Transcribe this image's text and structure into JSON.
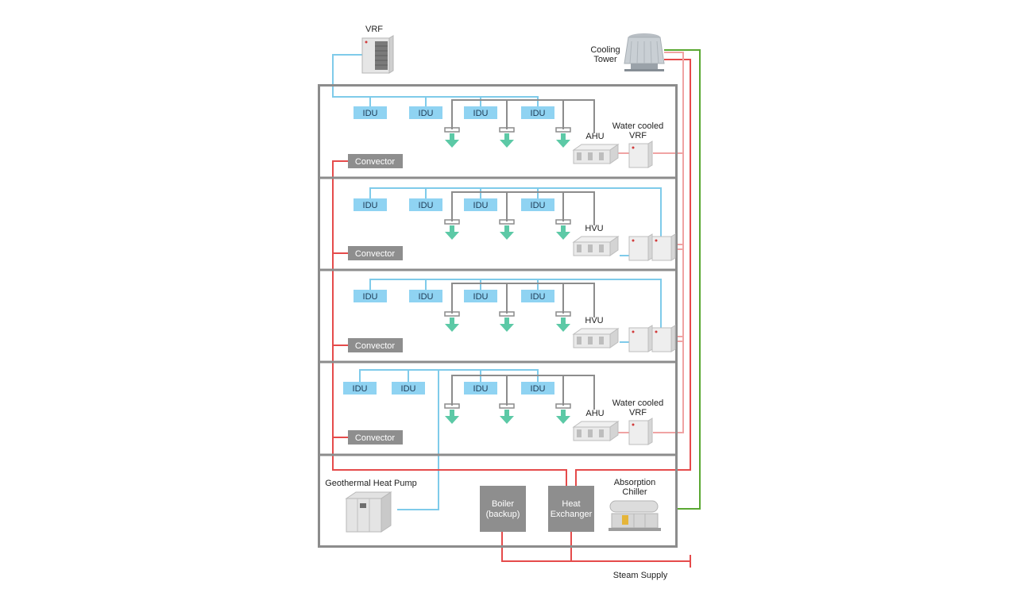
{
  "labels": {
    "vrf_top": "VRF",
    "cooling_tower_1": "Cooling",
    "cooling_tower_2": "Tower",
    "idu": "IDU",
    "convector": "Convector",
    "ahu": "AHU",
    "hvu": "HVU",
    "water_cooled_1": "Water cooled",
    "water_cooled_2": "VRF",
    "geothermal": "Geothermal Heat Pump",
    "boiler_1": "Boiler",
    "boiler_2": "(backup)",
    "hx_1": "Heat",
    "hx_2": "Exchanger",
    "absorption_1": "Absorption",
    "absorption_2": "Chiller",
    "steam_supply": "Steam Supply"
  },
  "colors": {
    "building_outline": "#8c8c8c",
    "refrigerant_pipe": "#7fcbea",
    "hot_water_pipe": "#e54b4b",
    "condenser_pipe": "#f0a3a3",
    "chilled_loop_pipe": "#5aa832",
    "duct": "#8c8c8c",
    "idu_fill": "#8fd3f2",
    "airflow_arrow": "#5cc9a6",
    "box_fill": "#8e8e8e"
  }
}
